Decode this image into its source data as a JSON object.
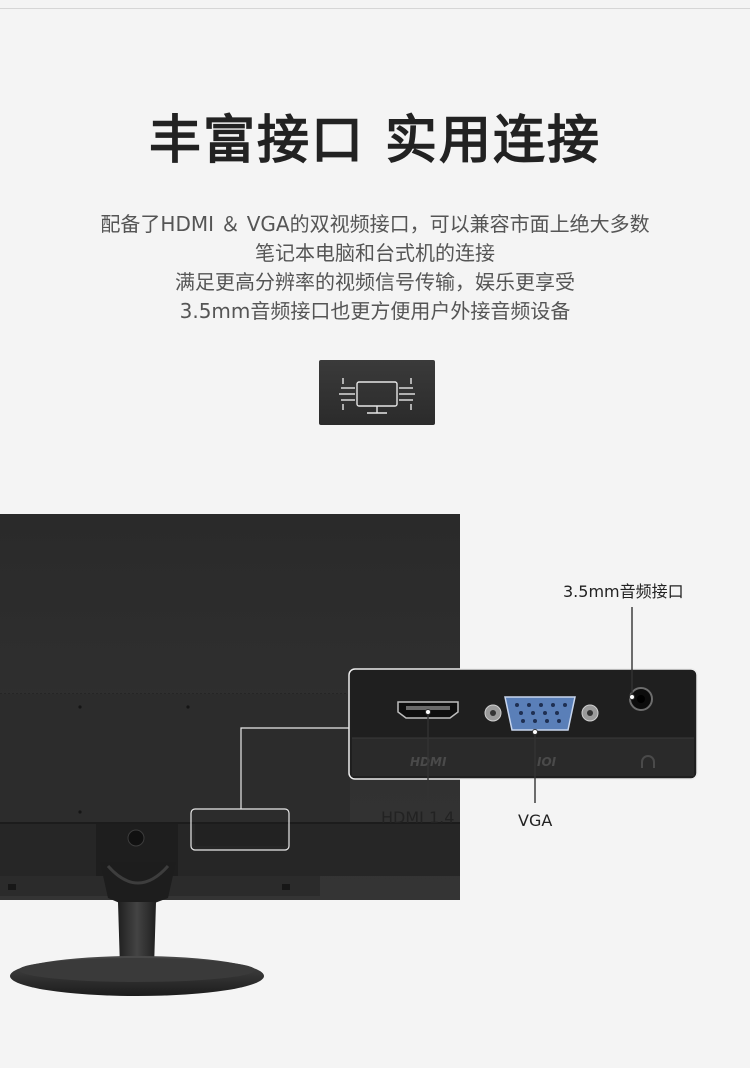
{
  "headline": "丰富接口 实用连接",
  "description": [
    "配备了HDMI ＆ VGA的双视频接口，可以兼容市面上绝大多数",
    "笔记本电脑和台式机的连接",
    "满足更高分辨率的视频信号传输，娱乐更享受",
    "3.5mm音频接口也更方便用户外接音频设备"
  ],
  "badge": {
    "icon": "monitor-connectivity-icon"
  },
  "callouts": {
    "audio": "3.5mm音频接口",
    "hdmi": "HDMI 1.4",
    "vga": "VGA"
  },
  "port_panel": {
    "hdmi_print": "HDMI",
    "vga_print": "IOI"
  },
  "colors": {
    "background": "#f4f4f4",
    "monitor_body": "#2e2e2e",
    "vga_connector": "#5a7fb8"
  }
}
